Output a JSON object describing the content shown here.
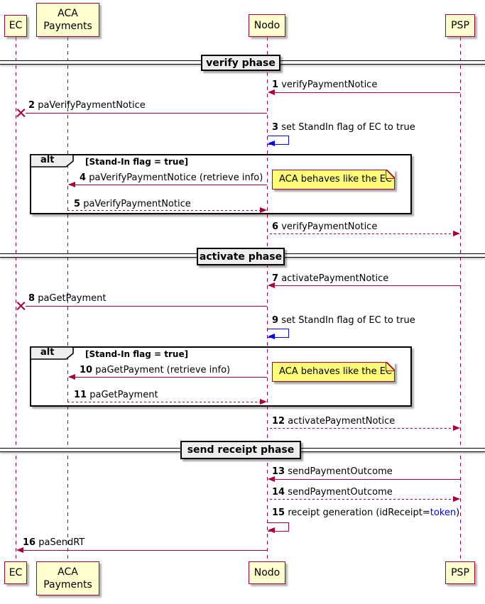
{
  "participants": [
    {
      "id": "ec",
      "label": "EC"
    },
    {
      "id": "aca-payments",
      "label": "ACA Payments",
      "lines": [
        "ACA",
        "Payments"
      ]
    },
    {
      "id": "nodo",
      "label": "Nodo"
    },
    {
      "id": "psp",
      "label": "PSP"
    }
  ],
  "dividers": [
    {
      "label": "verify phase"
    },
    {
      "label": "activate phase"
    },
    {
      "label": "send receipt phase"
    }
  ],
  "frames": [
    {
      "operator": "alt",
      "condition": "[Stand-In flag = true]"
    },
    {
      "operator": "alt",
      "condition": "[Stand-In flag = true]"
    }
  ],
  "notes": [
    {
      "text": "ACA behaves like the EC"
    },
    {
      "text": "ACA behaves like the EC"
    }
  ],
  "messages": [
    {
      "num": "1",
      "text": "verifyPaymentNotice",
      "from": "PSP",
      "to": "Nodo",
      "line": "solid",
      "arrow": "filled"
    },
    {
      "num": "2",
      "text": "paVerifyPaymentNotice",
      "from": "Nodo",
      "to": "EC",
      "line": "solid",
      "arrow": "lost"
    },
    {
      "num": "3",
      "text": "set StandIn flag of EC to true",
      "from": "Nodo",
      "to": "Nodo",
      "line": "solid",
      "arrow": "self",
      "color": "#0000FF"
    },
    {
      "num": "4",
      "text": "paVerifyPaymentNotice (retrieve info)",
      "from": "Nodo",
      "to": "ACA Payments",
      "line": "solid",
      "arrow": "filled"
    },
    {
      "num": "5",
      "text": "paVerifyPaymentNotice",
      "from": "ACA Payments",
      "to": "Nodo",
      "line": "dashed",
      "arrow": "filled"
    },
    {
      "num": "6",
      "text": "verifyPaymentNotice",
      "from": "Nodo",
      "to": "PSP",
      "line": "dashed",
      "arrow": "filled"
    },
    {
      "num": "7",
      "text": "activatePaymentNotice",
      "from": "PSP",
      "to": "Nodo",
      "line": "solid",
      "arrow": "filled"
    },
    {
      "num": "8",
      "text": "paGetPayment",
      "from": "Nodo",
      "to": "EC",
      "line": "solid",
      "arrow": "lost"
    },
    {
      "num": "9",
      "text": "set StandIn flag of EC to true",
      "from": "Nodo",
      "to": "Nodo",
      "line": "solid",
      "arrow": "self",
      "color": "#0000FF"
    },
    {
      "num": "10",
      "text": "paGetPayment (retrieve info)",
      "from": "Nodo",
      "to": "ACA Payments",
      "line": "solid",
      "arrow": "filled"
    },
    {
      "num": "11",
      "text": "paGetPayment",
      "from": "ACA Payments",
      "to": "Nodo",
      "line": "dashed",
      "arrow": "filled"
    },
    {
      "num": "12",
      "text": "activatePaymentNotice",
      "from": "Nodo",
      "to": "PSP",
      "line": "dashed",
      "arrow": "filled"
    },
    {
      "num": "13",
      "text": "sendPaymentOutcome",
      "from": "PSP",
      "to": "Nodo",
      "line": "solid",
      "arrow": "filled"
    },
    {
      "num": "14",
      "text": "sendPaymentOutcome",
      "from": "Nodo",
      "to": "PSP",
      "line": "dashed",
      "arrow": "filled"
    },
    {
      "num": "15",
      "text_prefix": "receipt generation (idReceipt=",
      "link_text": "token",
      "text_suffix": ")",
      "from": "Nodo",
      "to": "Nodo",
      "line": "solid",
      "arrow": "self",
      "color": "#A80036"
    },
    {
      "num": "16",
      "text": "paSendRT",
      "from": "Nodo",
      "to": "EC",
      "line": "solid",
      "arrow": "filled"
    }
  ],
  "colors": {
    "arrow": "#A80036",
    "participant_fill": "#FEFECE",
    "participant_border": "#A80036",
    "note_fill": "#FBFB77",
    "self_message_blue": "#0000FF",
    "link": "#0000FF",
    "divider_fill": "#EEEEEE",
    "frame_border": "#000000",
    "background": "#FFFFFF"
  }
}
